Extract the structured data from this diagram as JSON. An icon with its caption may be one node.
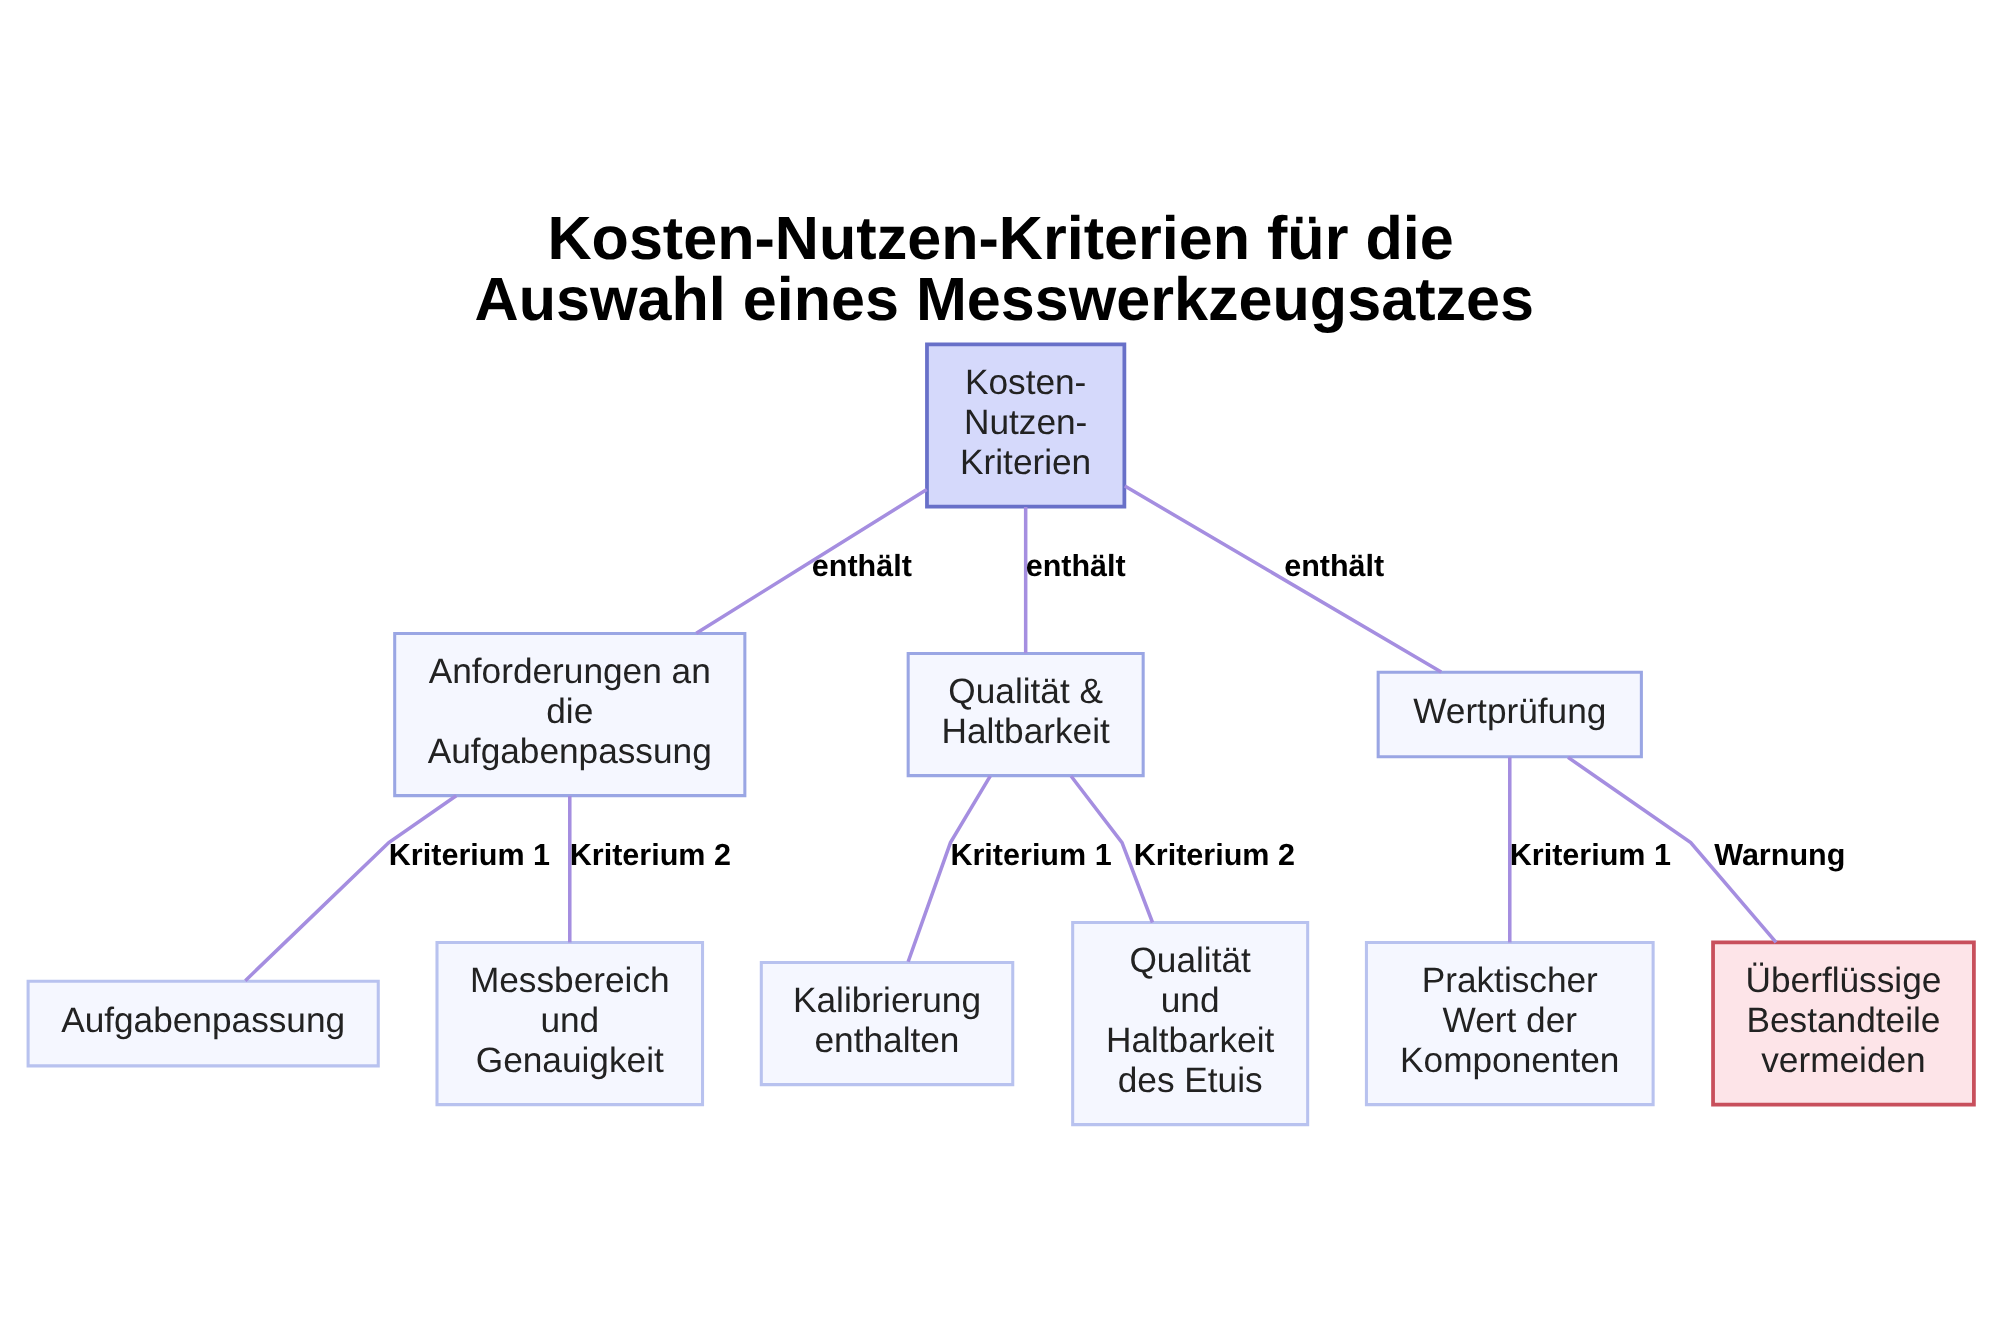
{
  "diagram": {
    "title": "Kosten-Nutzen-Kriterien für die Auswahl eines Messwerkzeugsatzes",
    "nodes": [
      {
        "text": [
          "Kosten-Nutzen-Kriterien"
        ]
      },
      {
        "text": [
          "Anforderungen an die Aufgabenpassung"
        ]
      },
      {
        "text": [
          "Qualität & Haltbarkeit"
        ]
      },
      {
        "text": [
          "Wertprüfung"
        ]
      },
      {
        "text": [
          "Aufgabenpassung"
        ]
      },
      {
        "text": [
          "Messbereich und Genauigkeit"
        ]
      },
      {
        "text": [
          "Kalibrierung enthalten"
        ]
      },
      {
        "text": [
          "Qualität und Haltbarkeit des Etuis"
        ]
      },
      {
        "text": [
          "Praktischer Wert der Komponenten"
        ]
      },
      {
        "text": [
          "Überflüssige Bestandteile vermeiden"
        ]
      }
    ],
    "edges": [
      {
        "from": 0,
        "to": 1,
        "arrow": "none",
        "label": "enthält"
      },
      {
        "from": 0,
        "to": 2,
        "arrow": "none",
        "label": "enthält"
      },
      {
        "from": 0,
        "to": 3,
        "arrow": "none",
        "label": "enthält"
      },
      {
        "from": 1,
        "to": 4,
        "arrow": "none",
        "label": "Kriterium 1"
      },
      {
        "from": 1,
        "to": 5,
        "arrow": "none",
        "label": "Kriterium 2"
      },
      {
        "from": 2,
        "to": 6,
        "arrow": "none",
        "label": "Kriterium 1"
      },
      {
        "from": 2,
        "to": 7,
        "arrow": "none",
        "label": "Kriterium 2"
      },
      {
        "from": 3,
        "to": 8,
        "arrow": "none",
        "label": "Kriterium 1"
      },
      {
        "from": 3,
        "to": 9,
        "arrow": "none",
        "label": "Warnung"
      }
    ]
  }
}
